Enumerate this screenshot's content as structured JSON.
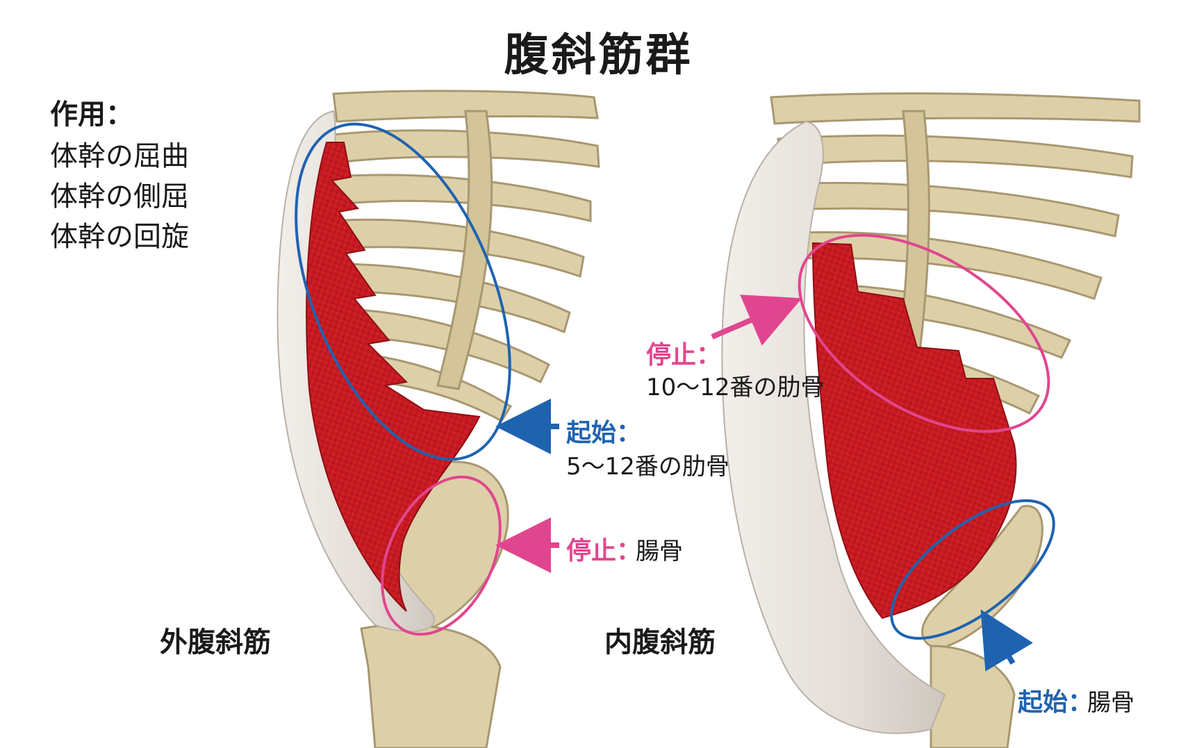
{
  "title": "腹斜筋群",
  "action": {
    "heading": "作用：",
    "items": [
      "体幹の屈曲",
      "体幹の側屈",
      "体幹の回旋"
    ]
  },
  "external": {
    "name": "外腹斜筋",
    "origin": {
      "key": "起始：",
      "value": "5〜12番の肋骨"
    },
    "insertion": {
      "key": "停止：",
      "value": "腸骨"
    }
  },
  "internal": {
    "name": "内腹斜筋",
    "insertion": {
      "key": "停止：",
      "value": "10〜12番の肋骨"
    },
    "origin": {
      "key": "起始：",
      "value": "腸骨"
    }
  },
  "colors": {
    "origin": "#1f63b0",
    "insertion": "#e0468f",
    "muscle": "#c8161e",
    "bone": "#ddd0a8",
    "fascia": "#e6e0da"
  }
}
